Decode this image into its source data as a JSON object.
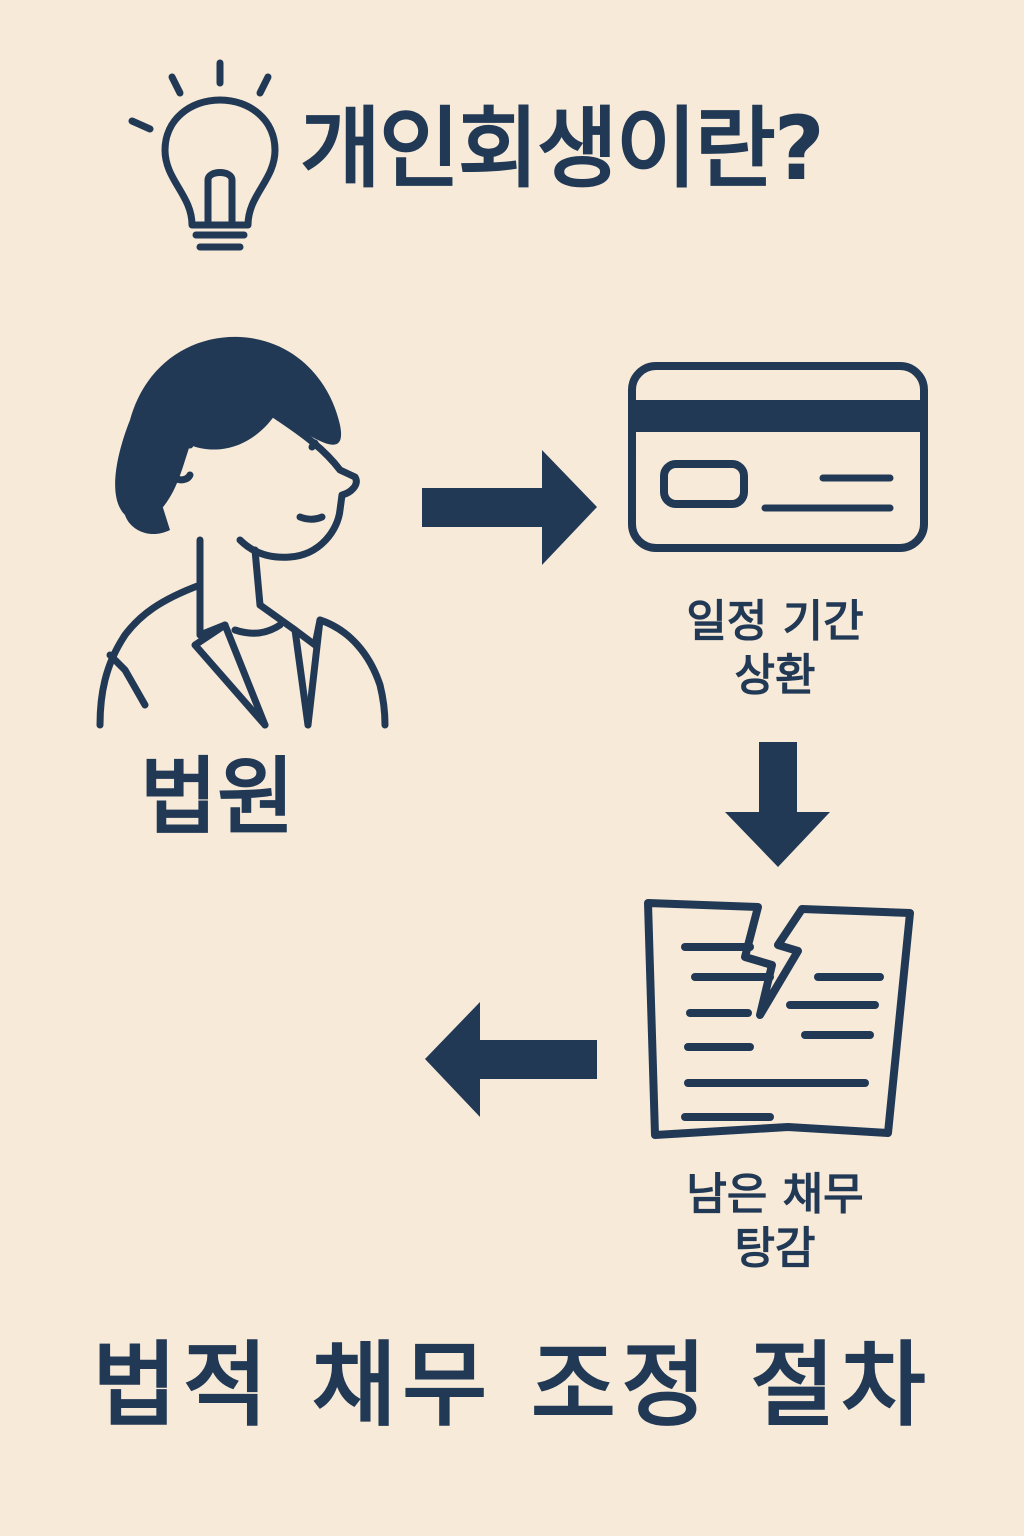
{
  "title": "개인회생이란?",
  "court_label": "법원",
  "step_repay": {
    "line1": "일정 기간",
    "line2": "상환"
  },
  "step_discharge": {
    "line1": "남은 채무",
    "line2": "탕감"
  },
  "footer": "법적 채무 조정 절차",
  "colors": {
    "background": "#f7ead9",
    "ink": "#213955"
  },
  "icons": [
    "lightbulb-icon",
    "person-icon",
    "credit-card-icon",
    "torn-document-icon",
    "arrow-right-icon",
    "arrow-down-icon",
    "arrow-left-icon"
  ]
}
